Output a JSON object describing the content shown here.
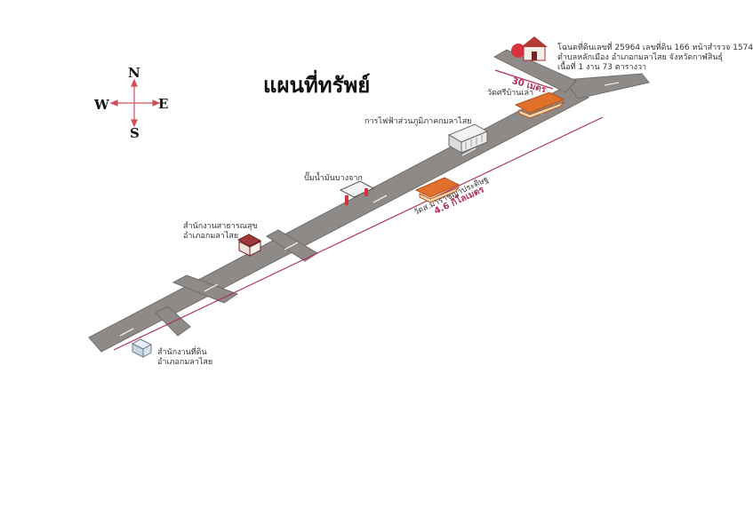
{
  "title": "แผนที่ทรัพย์",
  "compass": {
    "north": "N",
    "south": "S",
    "east": "E",
    "west": "W"
  },
  "property": {
    "line1": "โฉนดที่ดินเลขที่ 25964 เลขที่ดิน 166 หน้าสำรวจ 1574",
    "line2": "ตำบลหลักเมือง อำเภอกมลาไสย จังหวัดกาฬสินธุ์",
    "line3": "เนื้อที่ 1 งาน 73 ตารางวา"
  },
  "landmarks": {
    "temple_ban_lao": "วัดศรีบ้านเล่า",
    "electricity": "การไฟฟ้าส่วนภูมิภาคกมลาไสย",
    "gas_station": "ปั๊มน้ำมันบางจาก",
    "public_health": {
      "line1": "สำนักงานสาธารณสุข",
      "line2": "อำเภอกมลาไสย"
    },
    "temple_school": "วัดส.มาราชญาประดิษฐ",
    "land_office": {
      "line1": "สำนักงานที่ดิน",
      "line2": "อำเภอกมลาไสย"
    }
  },
  "distances": {
    "near_property": "30 เมตร",
    "main_road": "4.6 กิโลเมตร"
  },
  "colors": {
    "road": "#8d8a88",
    "accent": "#b0305a",
    "roof": "#e0702a",
    "pin": "#d8333f"
  }
}
